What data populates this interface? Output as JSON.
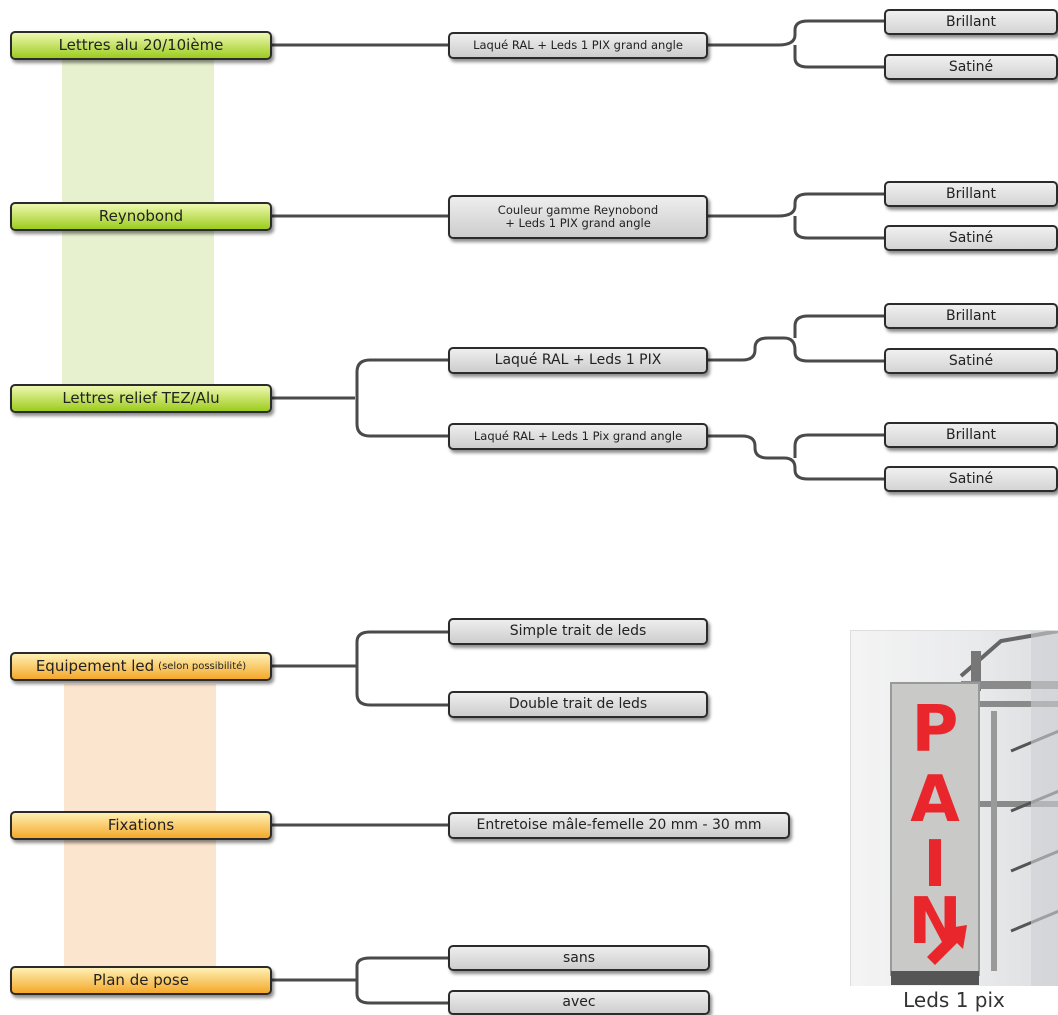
{
  "products": {
    "root1": "Lettres alu 20/10ième",
    "root2": "Reynobond",
    "root3": "Lettres relief TEZ/Alu",
    "opt1": "Laqué RAL + Leds 1 PIX grand angle",
    "opt2_line1": "Couleur gamme Reynobond",
    "opt2_line2": "+ Leds 1 PIX grand angle",
    "opt3": "Laqué RAL + Leds 1 PIX",
    "opt4": "Laqué RAL + Leds 1 Pix grand angle",
    "finish_glossy": "Brillant",
    "finish_satin": "Satiné"
  },
  "options": {
    "equipement_label": "Equipement led",
    "equipement_note": "(selon possibilité)",
    "equipement_simple": "Simple trait de leds",
    "equipement_double": "Double trait de leds",
    "fixations_label": "Fixations",
    "fixations_value": "Entretoise mâle-femelle 20 mm - 30 mm",
    "plan_label": "Plan de pose",
    "plan_sans": "sans",
    "plan_avec": "avec"
  },
  "photo": {
    "sign_letters": [
      "P",
      "A",
      "I",
      "N"
    ],
    "caption": "Leds 1 pix"
  },
  "colors": {
    "green_root": "#9ccc1e",
    "orange_root": "#f4a82a",
    "connector": "#4a4a4a",
    "led_red": "#e8262b"
  }
}
